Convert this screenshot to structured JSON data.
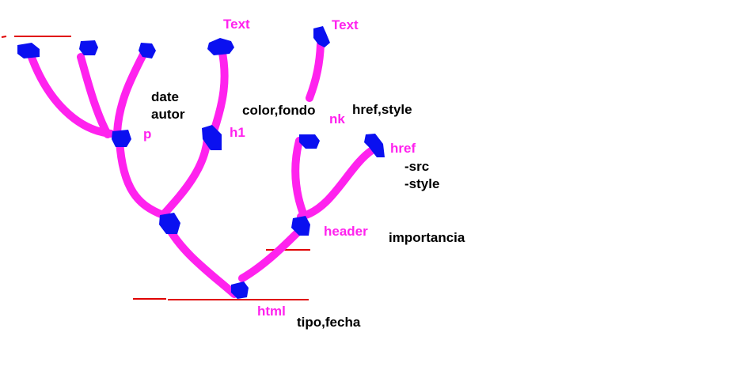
{
  "colors": {
    "branch": "#ff22ee",
    "node": "#0a10f0",
    "underline": "#e00000",
    "tag_text": "#ff22ee",
    "attr_text": "#000000"
  },
  "tags": {
    "html": "html",
    "header": "header",
    "p": "p",
    "h1_partial": "h1",
    "link_partial": "nk",
    "href_partial": "href",
    "text_left": "Text",
    "text_right": "Text"
  },
  "attributes": {
    "html_attrs": "tipo,fecha",
    "header_attrs": "importancia",
    "p_attrs_line1": "date",
    "p_attrs_line2": "autor",
    "color_fondo": "color,fondo",
    "link_attrs": "href,style",
    "img_attr_src": "-src",
    "img_attr_style": "-style"
  }
}
